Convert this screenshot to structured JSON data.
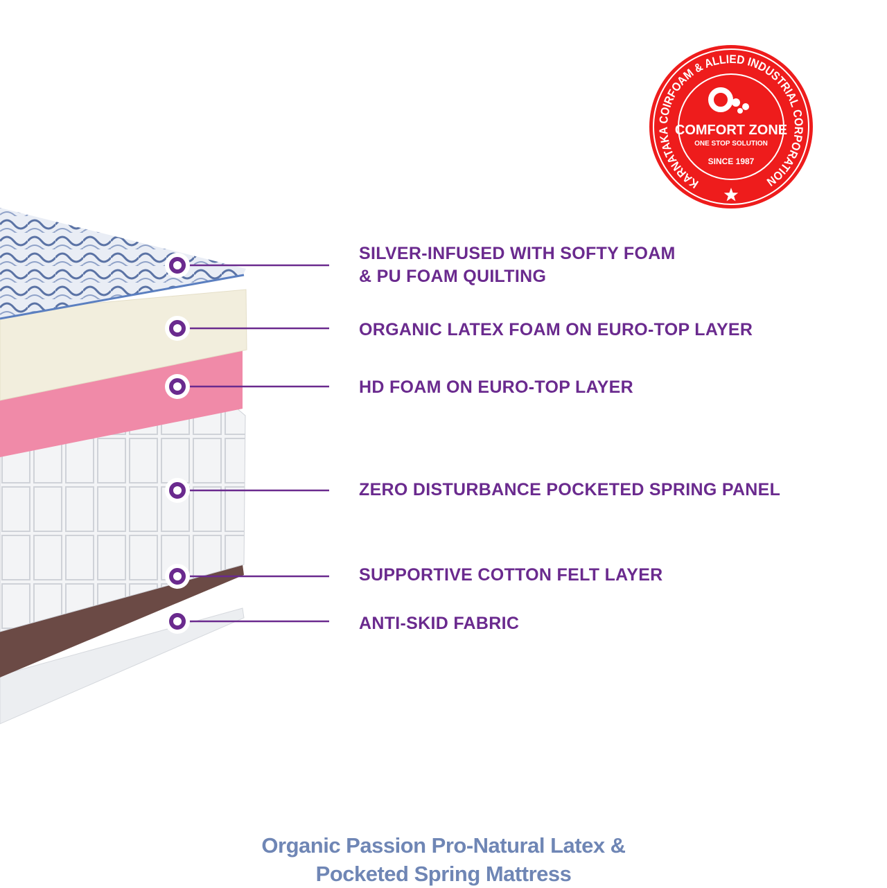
{
  "colors": {
    "accent": "#6a2a8e",
    "title": "#6f86b5",
    "seal": "#ee1c1c"
  },
  "seal": {
    "ring_text": "KARNATAKA COIRFOAM & ALLIED INDUSTRIAL CORPORATION",
    "brand": "COMFORT ZONE",
    "tagline": "ONE STOP SOLUTION",
    "since": "SINCE 1987"
  },
  "layers": [
    {
      "line1": "SILVER-INFUSED WITH SOFTY FOAM",
      "line2": "& PU FOAM QUILTING"
    },
    {
      "line1": "ORGANIC LATEX FOAM ON EURO-TOP LAYER"
    },
    {
      "line1": "HD FOAM ON EURO-TOP LAYER"
    },
    {
      "line1": "ZERO DISTURBANCE POCKETED SPRING PANEL"
    },
    {
      "line1": "SUPPORTIVE COTTON FELT LAYER"
    },
    {
      "line1": "ANTI-SKID FABRIC"
    }
  ],
  "product_title": {
    "line1": "Organic Passion Pro-Natural Latex &",
    "line2": "Pocketed Spring Mattress"
  }
}
